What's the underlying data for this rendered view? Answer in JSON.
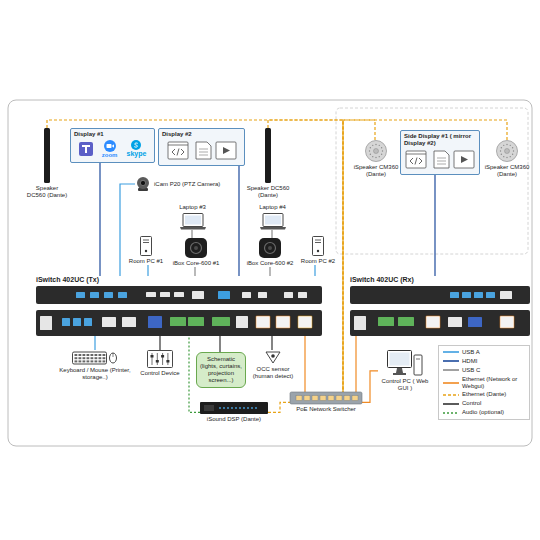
{
  "diagram": {
    "nodes": [
      {
        "text": [
          "Speaker DC560 (Dante)"
        ]
      },
      {
        "text": [
          "Display #1",
          "zoom",
          "skype"
        ]
      },
      {
        "text": [
          "Display #2"
        ]
      },
      {
        "text": [
          "iCam P20 (PTZ Camera)"
        ]
      },
      {
        "text": [
          "Speaker DC560 (Dante)"
        ]
      },
      {
        "text": [
          "iSpeaker CM360 (Dante)"
        ]
      },
      {
        "text": [
          "Side Display #1 ( mirror Display #2)"
        ]
      },
      {
        "text": [
          "iSpeaker CM360 (Dante)"
        ]
      },
      {
        "text": [
          "Laptop #3"
        ]
      },
      {
        "text": [
          "Laptop #4"
        ]
      },
      {
        "text": [
          "Room PC #1"
        ]
      },
      {
        "text": [
          "iBox Core-600 #1"
        ]
      },
      {
        "text": [
          "iBox Core-600 #2"
        ]
      },
      {
        "text": [
          "Room PC #2"
        ]
      },
      {
        "text": [
          "iSwitch 402UC (Tx)"
        ]
      },
      {
        "text": [
          "iSwitch 402UC (Rx)"
        ]
      },
      {
        "text": [
          "Keyboard / Mouse (Printer, storage..)"
        ]
      },
      {
        "text": [
          "Control Device"
        ]
      },
      {
        "text": [
          "Schematic (lights, curtains, projection screen...)"
        ]
      },
      {
        "text": [
          "OCC sensor (human detect)"
        ]
      },
      {
        "text": [
          "Control PC ( Web GUI )"
        ]
      },
      {
        "text": [
          "PoE Network Switcher"
        ]
      },
      {
        "text": [
          "iSound DSP (Dante)"
        ]
      }
    ],
    "edges": [
      {
        "from": 14,
        "to": 1,
        "arrow": "none"
      },
      {
        "from": 14,
        "to": 2,
        "arrow": "none"
      },
      {
        "from": 14,
        "to": 3,
        "arrow": "none"
      },
      {
        "from": 10,
        "to": 14,
        "arrow": "none"
      },
      {
        "from": 8,
        "to": 11,
        "arrow": "none"
      },
      {
        "from": 11,
        "to": 14,
        "arrow": "none"
      },
      {
        "from": 9,
        "to": 12,
        "arrow": "none"
      },
      {
        "from": 12,
        "to": 14,
        "arrow": "none"
      },
      {
        "from": 13,
        "to": 14,
        "arrow": "none"
      },
      {
        "from": 14,
        "to": 16,
        "arrow": "none"
      },
      {
        "from": 14,
        "to": 17,
        "arrow": "none"
      },
      {
        "from": 14,
        "to": 18,
        "arrow": "none"
      },
      {
        "from": 14,
        "to": 19,
        "arrow": "none"
      },
      {
        "from": 14,
        "to": 21,
        "arrow": "none"
      },
      {
        "from": 15,
        "to": 21,
        "arrow": "none"
      },
      {
        "from": 15,
        "to": 6,
        "arrow": "none"
      },
      {
        "from": 20,
        "to": 21,
        "arrow": "none"
      },
      {
        "from": 22,
        "to": 21,
        "arrow": "none"
      },
      {
        "from": 22,
        "to": 14,
        "arrow": "none"
      },
      {
        "from": 0,
        "to": 21,
        "arrow": "none"
      },
      {
        "from": 4,
        "to": 21,
        "arrow": "none"
      },
      {
        "from": 5,
        "to": 21,
        "arrow": "none"
      },
      {
        "from": 7,
        "to": 21,
        "arrow": "none"
      }
    ],
    "legend": [
      {
        "text": "USB A"
      },
      {
        "text": "HDMI"
      },
      {
        "text": "USB C"
      },
      {
        "text": "Ethernet (Network or Webgui)"
      },
      {
        "text": "Ethernet (Dante)"
      },
      {
        "text": "Control"
      },
      {
        "text": "Audio (optional)"
      }
    ]
  }
}
